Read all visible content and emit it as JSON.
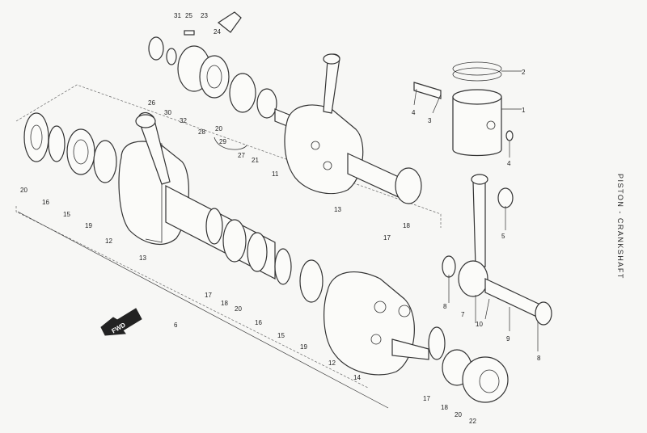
{
  "diagram": {
    "title": "PISTON - CRANKSHAFT",
    "direction_label": "FWD",
    "callouts": [
      "1",
      "2",
      "3",
      "4",
      "4",
      "5",
      "6",
      "7",
      "8",
      "8",
      "9",
      "10",
      "11",
      "12",
      "12",
      "13",
      "13",
      "14",
      "15",
      "15",
      "16",
      "16",
      "17",
      "17",
      "17",
      "18",
      "18",
      "18",
      "19",
      "19",
      "20",
      "20",
      "20",
      "20",
      "21",
      "22",
      "23",
      "24",
      "25",
      "26",
      "27",
      "28",
      "29",
      "30",
      "31",
      "32"
    ]
  }
}
